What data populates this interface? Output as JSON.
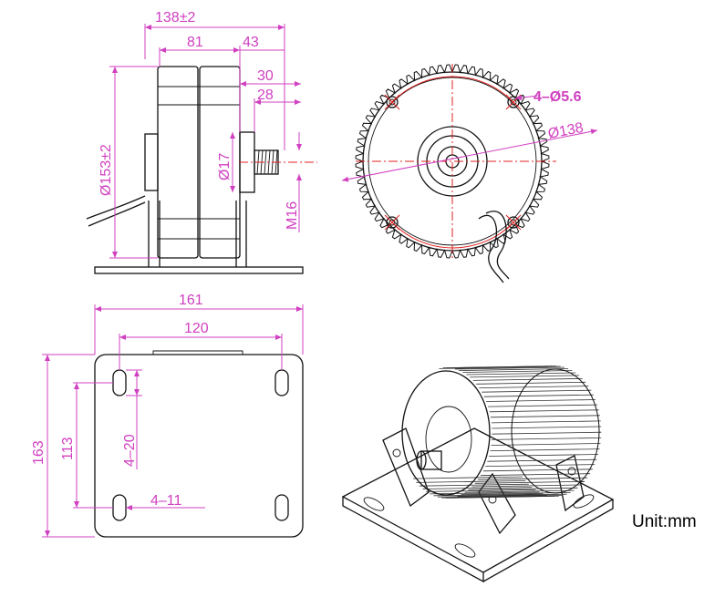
{
  "side_view": {
    "dim_overall_length": "138±2",
    "dim_body_length": "81",
    "dim_shaft_total": "43",
    "dim_shaft_30": "30",
    "dim_shaft_28": "28",
    "dim_diameter_153": "Ø153±2",
    "dim_hub_17": "Ø17",
    "dim_thread": "M16"
  },
  "front_view": {
    "dim_holes": "4–Ø5.6",
    "dim_pcd": "Ø138"
  },
  "base_view": {
    "dim_width": "161",
    "dim_hole_spacing": "120",
    "dim_height": "163",
    "dim_hole_pitch": "113",
    "dim_slots_20": "4–20",
    "dim_slots_11": "4–11"
  },
  "unit_label": "Unit:mm",
  "colors": {
    "dimension": "#d040c0",
    "centerline": "#e02020",
    "outline": "#111111"
  }
}
